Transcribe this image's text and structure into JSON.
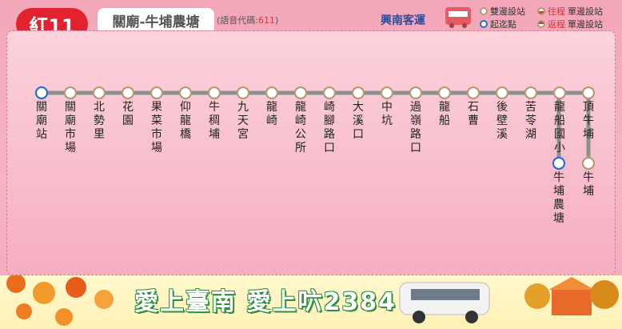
{
  "header": {
    "route_number": "紅11",
    "route_name": "關廟-牛埔農塘",
    "voice_code_label": "(語音代碼:",
    "voice_code": "611",
    "voice_code_close": ")",
    "operator": "興南客運"
  },
  "legend": {
    "both_way": "雙邊設站",
    "outbound_prefix": "往程",
    "outbound_suffix": "單邊設站",
    "terminal": "起迄點",
    "inbound_prefix": "返程",
    "inbound_suffix": "單邊設站"
  },
  "stops": [
    "關廟站",
    "關廟市場",
    "北勢里",
    "花園",
    "果菜市場",
    "仰龍橋",
    "牛稠埔",
    "九天宮",
    "龍崎",
    "龍崎公所",
    "崎腳路口",
    "大溪口",
    "中坑",
    "過嶺路口",
    "龍船",
    "石曹",
    "後壁溪",
    "苦苓湖",
    "龍船國小",
    "牛埔農塘",
    "頂牛埔",
    "牛埔"
  ],
  "footer": {
    "slogan": "愛上臺南 愛上𠯿2384"
  },
  "colors": {
    "accent": "#e2232f",
    "operator": "#2d4d9c",
    "terminal_ring": "#2c6ec8",
    "stop_ring": "#b59a73",
    "route_line": "#8f8f8f"
  }
}
